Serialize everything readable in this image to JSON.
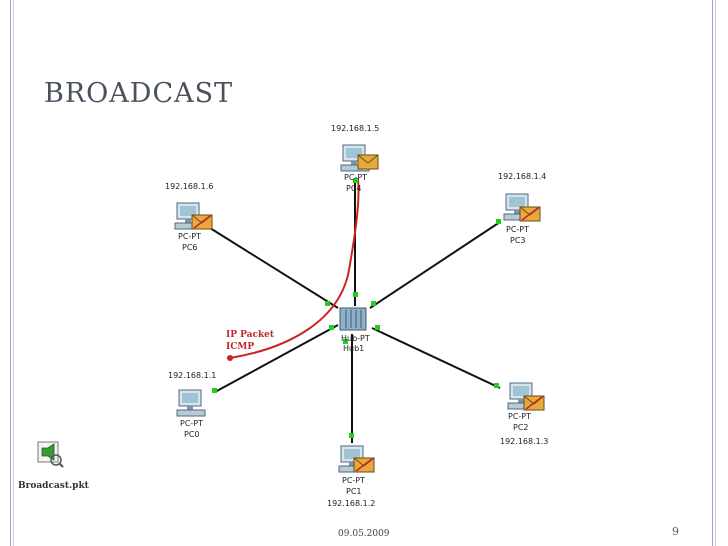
{
  "slide": {
    "title": "BROADCAST",
    "date": "09.05.2009",
    "page_number": "9",
    "file_label": "Broadcast.pkt"
  },
  "annotation": {
    "line1": "IP Packet",
    "line2": "ICMP"
  },
  "hub": {
    "type": "Hub-PT",
    "name": "Hub1"
  },
  "pcs": [
    {
      "type": "PC-PT",
      "name": "PC0",
      "ip": "192.168.1.1"
    },
    {
      "type": "PC-PT",
      "name": "PC1",
      "ip": "192.168.1.2"
    },
    {
      "type": "PC-PT",
      "name": "PC2",
      "ip": "192.168.1.3"
    },
    {
      "type": "PC-PT",
      "name": "PC3",
      "ip": "192.168.1.4"
    },
    {
      "type": "PC-PT",
      "name": "PC4",
      "ip": "192.168.1.5"
    },
    {
      "type": "PC-PT",
      "name": "PC6",
      "ip": "192.168.1.6"
    }
  ],
  "colors": {
    "link": "#111111",
    "link_up": "#22cc22",
    "packet_path": "#cc2222",
    "envelope": "#e8a93c"
  }
}
